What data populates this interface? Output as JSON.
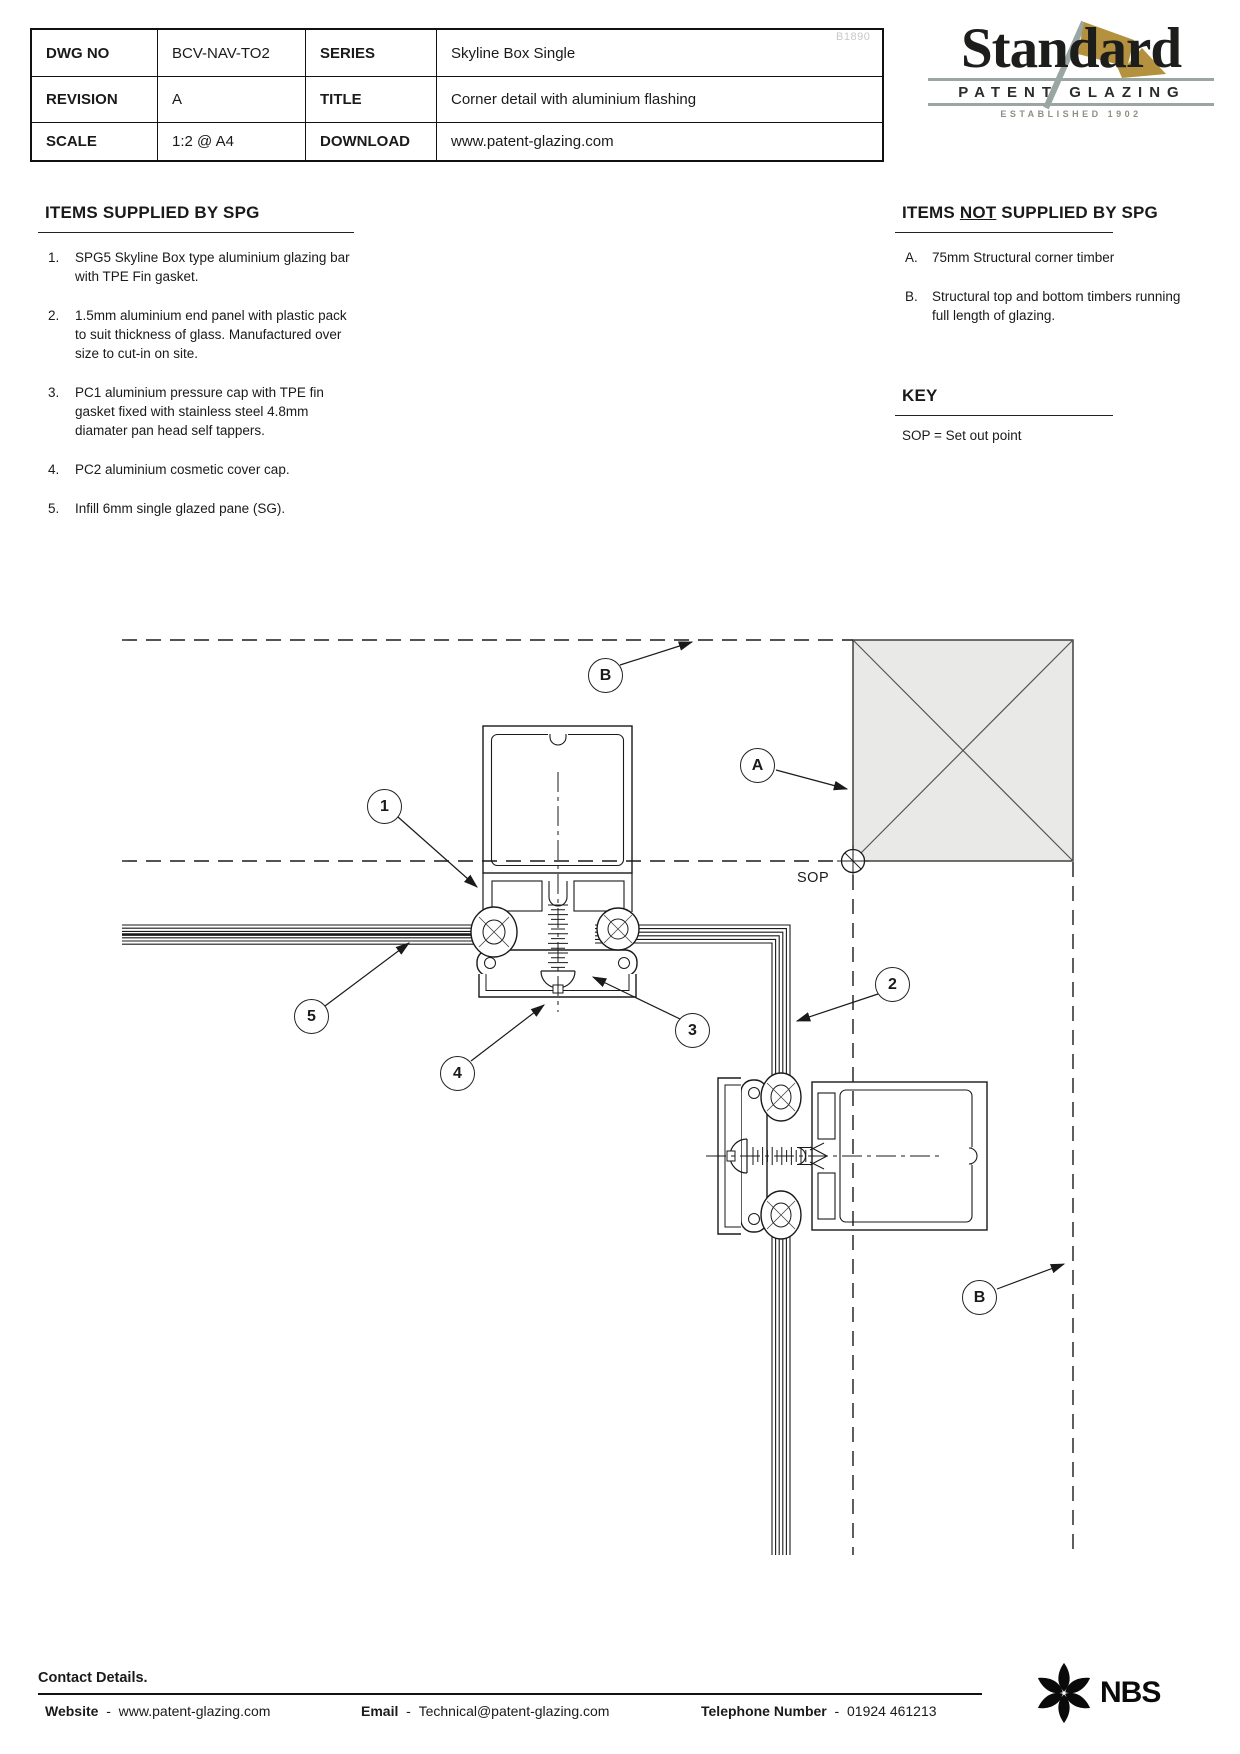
{
  "doc_ref": "B1890",
  "titleblock": {
    "rows": [
      {
        "l1": "DWG NO",
        "v1": "BCV-NAV-TO2",
        "l2": "SERIES",
        "v2": "Skyline Box Single"
      },
      {
        "l1": "REVISION",
        "v1": "A",
        "l2": "TITLE",
        "v2": "Corner detail with aluminium flashing"
      },
      {
        "l1": "SCALE",
        "v1": "1:2 @ A4",
        "l2": "DOWNLOAD",
        "v2": "www.patent-glazing.com"
      }
    ]
  },
  "logo": {
    "name": "Standard",
    "subtitle": "PATENT GLAZING",
    "established": "ESTABLISHED 1902"
  },
  "colors": {
    "logo_gold": "#b3913f",
    "logo_gray": "#9aa6a3",
    "timber_fill": "#e9e9e7",
    "faint_ref_gray": "#c9c9c9",
    "line_black": "#1a1a1a"
  },
  "supplied": {
    "heading": "ITEMS SUPPLIED BY SPG",
    "items": [
      {
        "num": "1.",
        "text": "SPG5 Skyline Box type aluminium glazing bar with TPE Fin gasket."
      },
      {
        "num": "2.",
        "text": "1.5mm aluminium end panel with plastic pack to suit thickness of glass. Manufactured over size to cut-in on site."
      },
      {
        "num": "3.",
        "text": "PC1 aluminium pressure cap with TPE fin gasket fixed with stainless steel 4.8mm diamater pan head self tappers."
      },
      {
        "num": "4.",
        "text": "PC2 aluminium cosmetic cover cap."
      },
      {
        "num": "5.",
        "text": "Infill 6mm single glazed pane (SG)."
      }
    ]
  },
  "not_supplied": {
    "heading_pre": "ITEMS ",
    "heading_not": "NOT",
    "heading_post": " SUPPLIED BY SPG",
    "items": [
      {
        "num": "A.",
        "text": "75mm Structural corner timber"
      },
      {
        "num": "B.",
        "text": "Structural top and bottom timbers running full length of glazing."
      }
    ]
  },
  "key": {
    "heading": "KEY",
    "text": "SOP = Set out point"
  },
  "drawing": {
    "sop_label": "SOP",
    "callouts": {
      "b_top": "B",
      "a": "A",
      "one": "1",
      "two": "2",
      "three": "3",
      "four": "4",
      "five": "5",
      "b_bottom": "B"
    }
  },
  "footer": {
    "contact": "Contact Details.",
    "website_label": "Website",
    "website_sep": "-",
    "website_value": "www.patent-glazing.com",
    "email_label": "Email",
    "email_sep": "-",
    "email_value": "Technical@patent-glazing.com",
    "phone_label": "Telephone Number",
    "phone_sep": "-",
    "phone_value": "01924 461213",
    "nbs": "NBS"
  }
}
